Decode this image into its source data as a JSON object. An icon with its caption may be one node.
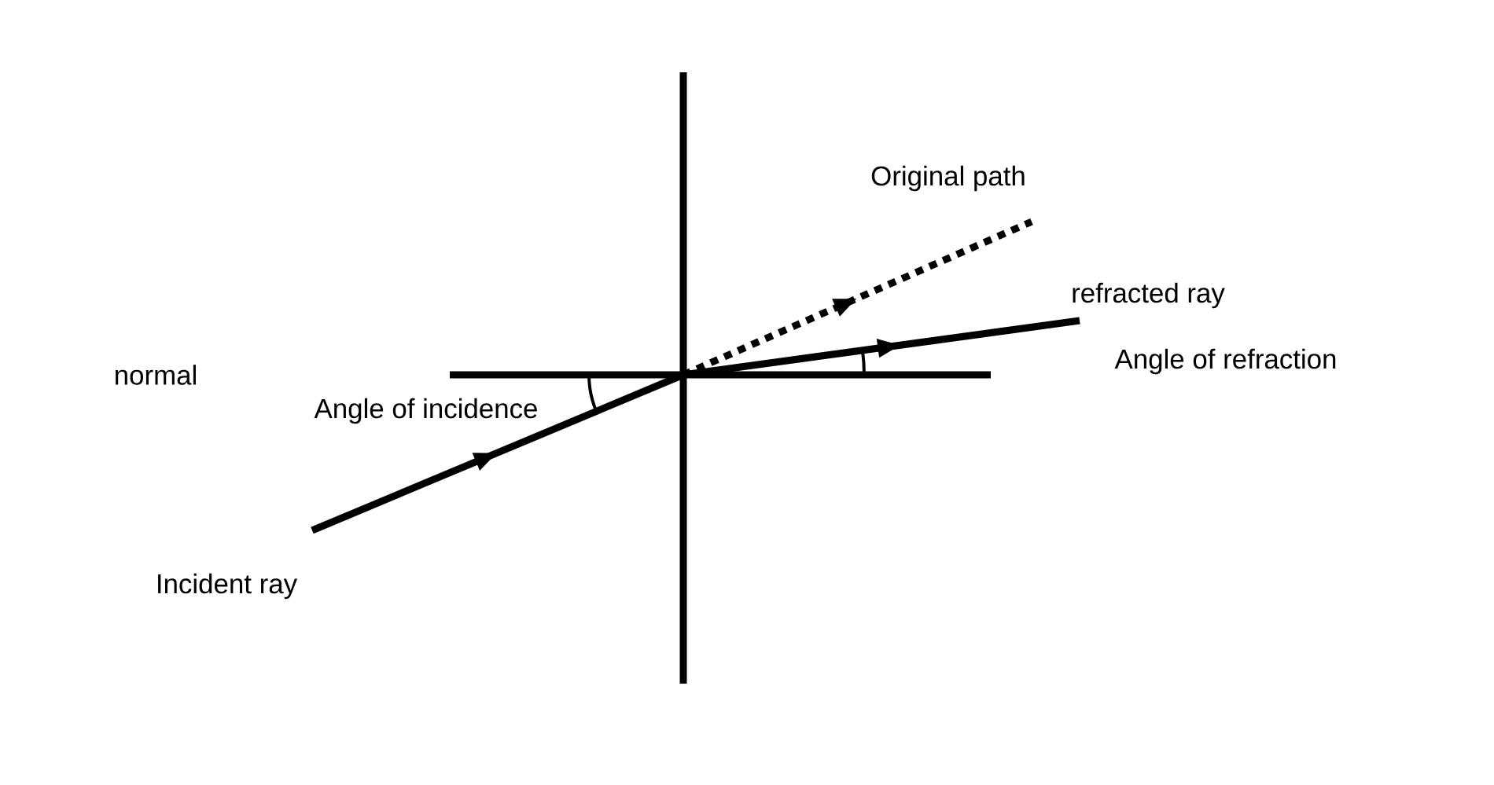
{
  "diagram": {
    "labels": [
      "Original path",
      "refracted ray",
      "Angle of refraction",
      "normal",
      "Angle of incidence",
      "Incident ray"
    ]
  }
}
